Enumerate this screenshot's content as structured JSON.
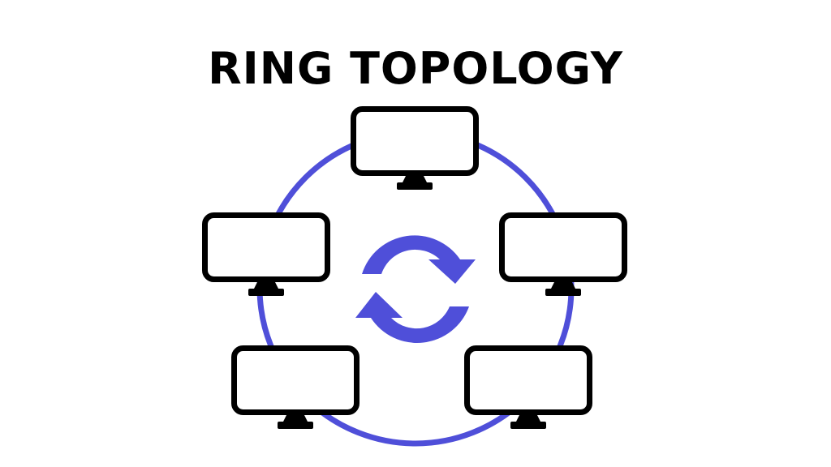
{
  "title": "RING TOPOLOGY",
  "colors": {
    "ring": "#4F4FD9",
    "arrows": "#4F4FD9",
    "monitor": "#000000",
    "screen": "#ffffff",
    "background": "#ffffff"
  },
  "nodes": [
    {
      "id": "top",
      "icon": "monitor-icon"
    },
    {
      "id": "left",
      "icon": "monitor-icon"
    },
    {
      "id": "right",
      "icon": "monitor-icon"
    },
    {
      "id": "bottom-left",
      "icon": "monitor-icon"
    },
    {
      "id": "bottom-right",
      "icon": "monitor-icon"
    }
  ],
  "center_icon": "refresh-cycle-icon"
}
